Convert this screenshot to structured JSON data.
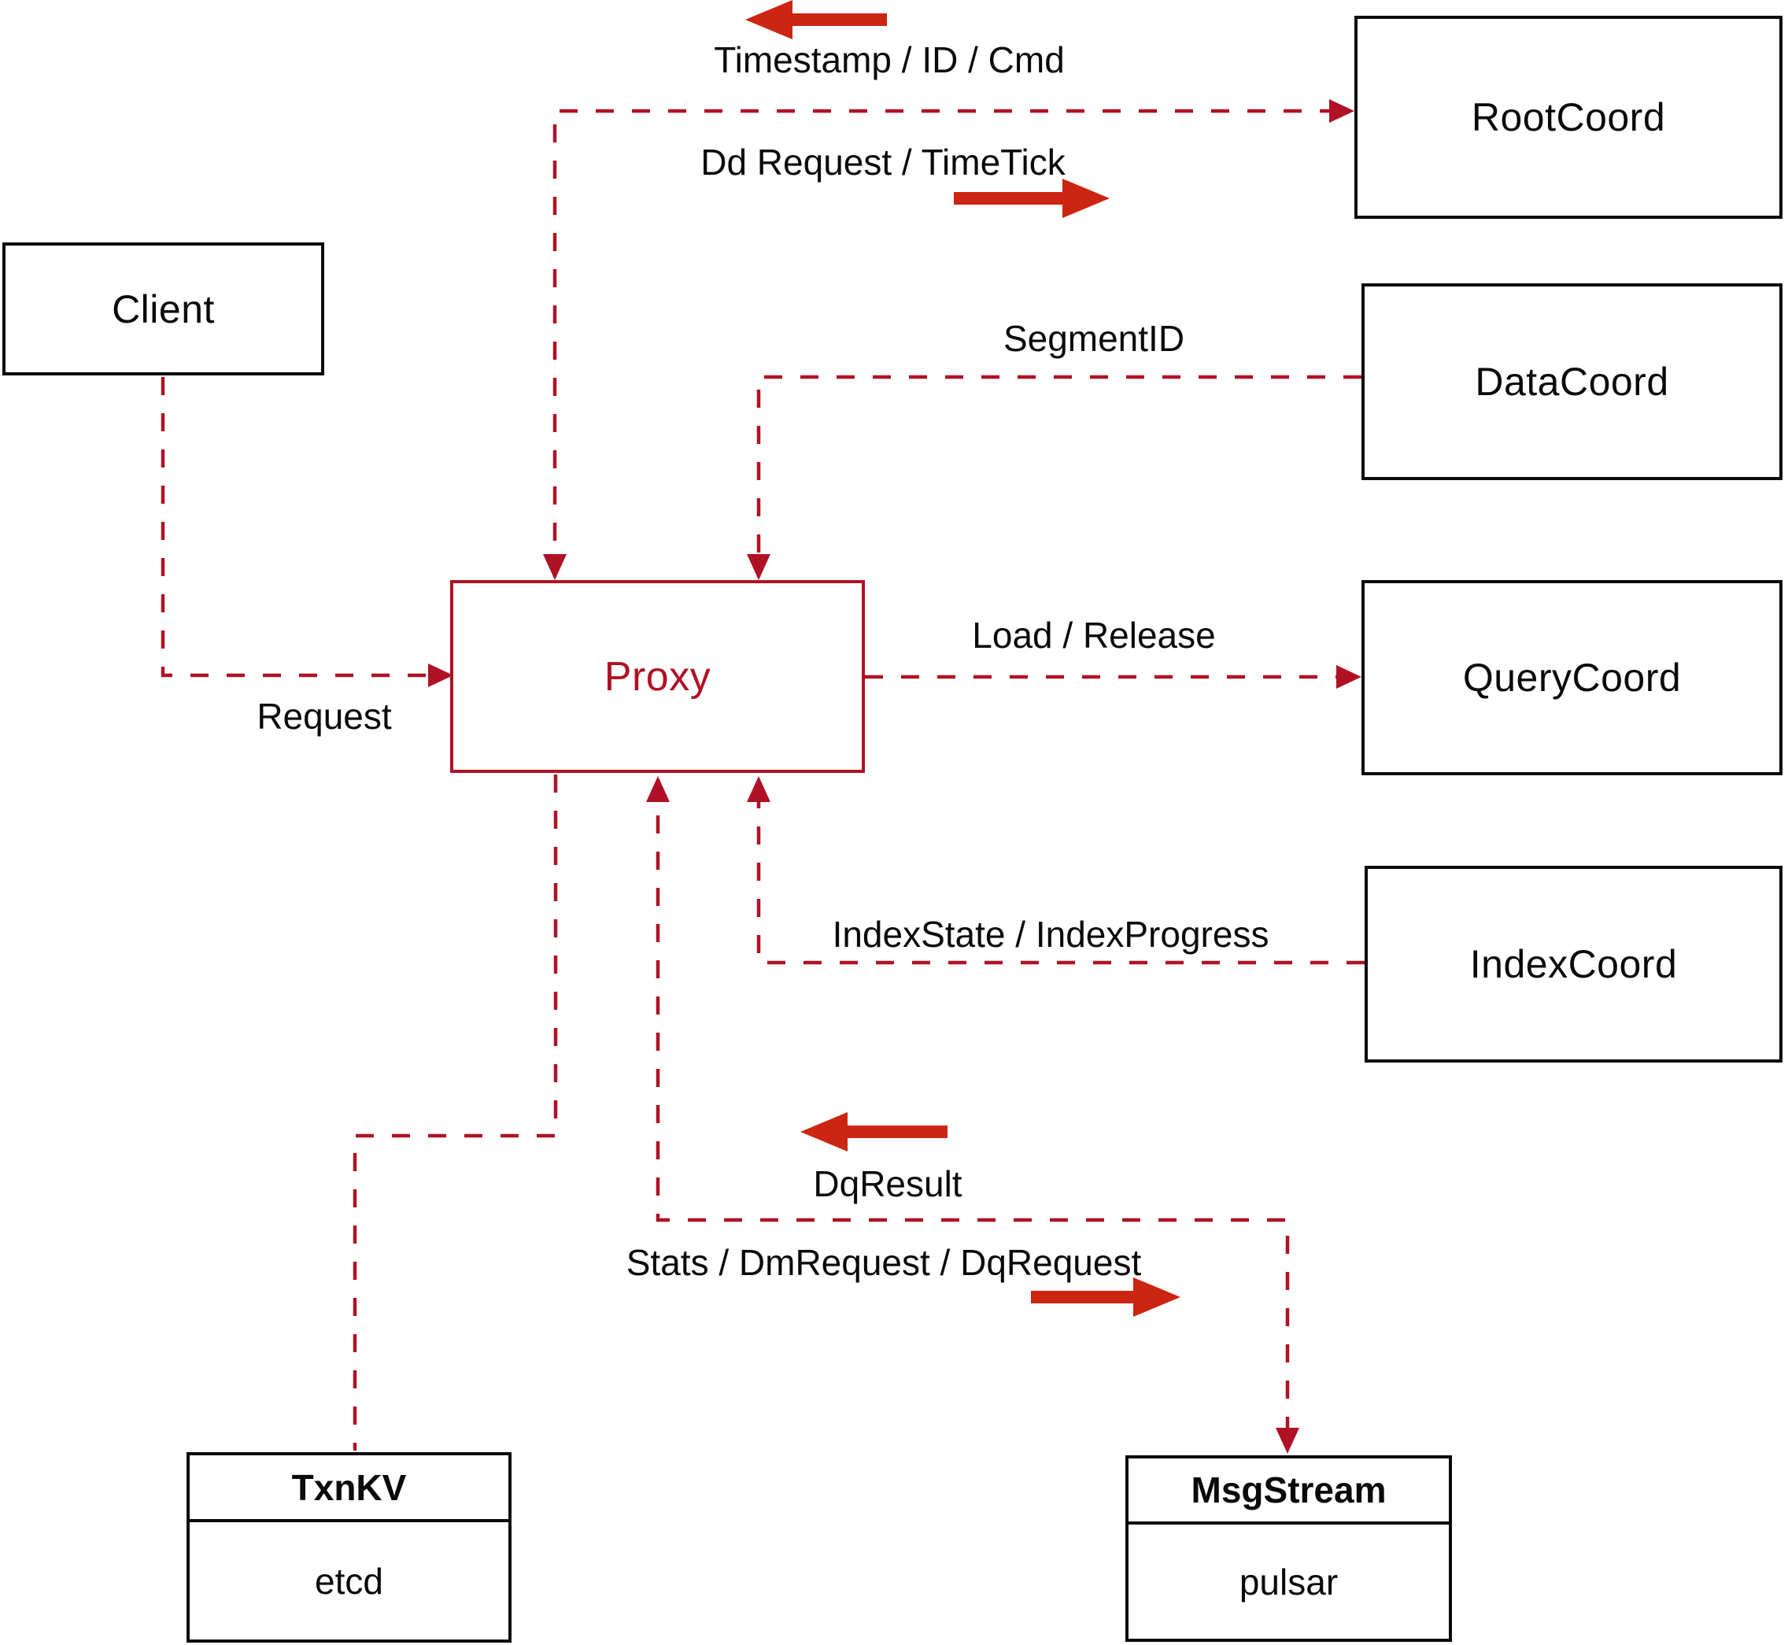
{
  "diagram": {
    "nodes": {
      "client": {
        "label": "Client"
      },
      "proxy": {
        "label": "Proxy"
      },
      "root_coord": {
        "label": "RootCoord"
      },
      "data_coord": {
        "label": "DataCoord"
      },
      "query_coord": {
        "label": "QueryCoord"
      },
      "index_coord": {
        "label": "IndexCoord"
      },
      "txn_kv": {
        "title": "TxnKV",
        "impl": "etcd"
      },
      "msg_stream": {
        "title": "MsgStream",
        "impl": "pulsar"
      }
    },
    "edges": [
      {
        "from": "Proxy",
        "to": "RootCoord",
        "style": "dashed",
        "bidirectional": true,
        "labels": [
          "Timestamp / ID / Cmd",
          "Dd Request / TimeTick"
        ]
      },
      {
        "from": "DataCoord",
        "to": "Proxy",
        "style": "dashed",
        "label": "SegmentID"
      },
      {
        "from": "Client",
        "to": "Proxy",
        "style": "dashed",
        "label": "Request"
      },
      {
        "from": "Proxy",
        "to": "QueryCoord",
        "style": "dashed",
        "label": "Load / Release"
      },
      {
        "from": "IndexCoord",
        "to": "Proxy",
        "style": "dashed",
        "label": "IndexState / IndexProgress"
      },
      {
        "from": "MsgStream",
        "to": "Proxy",
        "style": "dashed",
        "label": "DqResult"
      },
      {
        "from": "Proxy",
        "to": "MsgStream",
        "style": "dashed",
        "label": "Stats / DmRequest / DqRequest"
      },
      {
        "from": "Proxy",
        "to": "TxnKV",
        "style": "dashed"
      }
    ],
    "icons": {
      "direction_arrows": [
        {
          "name": "arrow-left-icon",
          "near_label": "Timestamp / ID / Cmd"
        },
        {
          "name": "arrow-right-icon",
          "near_label": "Dd Request / TimeTick"
        },
        {
          "name": "arrow-left-icon",
          "near_label": "DqResult"
        },
        {
          "name": "arrow-right-icon",
          "near_label": "Stats / DmRequest / DqRequest"
        }
      ]
    },
    "colors": {
      "connector_dash_red": "#b01225",
      "solid_arrow_red": "#cc2511",
      "box_border_black": "#0a0a0a",
      "background": "#ffffff"
    }
  }
}
